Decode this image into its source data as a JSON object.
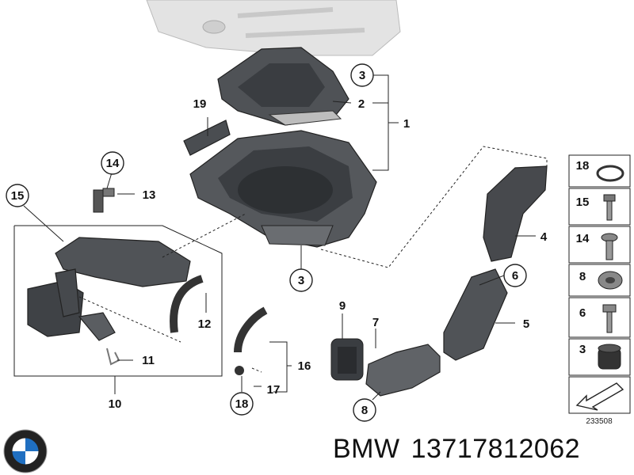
{
  "diagram": {
    "image_number": "233508",
    "callouts": {
      "c1": "1",
      "c2": "2",
      "c3a": "3",
      "c3b": "3",
      "c4": "4",
      "c5": "5",
      "c6": "6",
      "c7": "7",
      "c8": "8",
      "c9": "9",
      "c10": "10",
      "c11": "11",
      "c12": "12",
      "c13": "13",
      "c14": "14",
      "c15": "15",
      "c16": "16",
      "c17": "17",
      "c18": "18",
      "c19": "19"
    },
    "legend": {
      "r1": "18",
      "r2": "15",
      "r3": "14",
      "r4": "8",
      "r5": "6",
      "r6": "3"
    }
  },
  "footer": {
    "brand": "BMW",
    "part_number": "13717812062"
  }
}
